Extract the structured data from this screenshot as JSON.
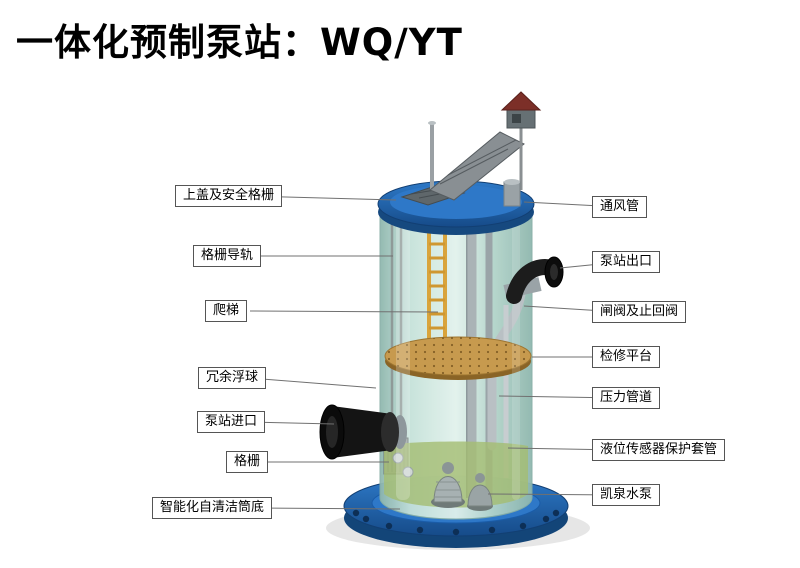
{
  "title": "一体化预制泵站：WQ/YT",
  "colors": {
    "accent_blue": "#1f63b0",
    "accent_blue_light": "#2e78c8",
    "tank_glass": "#cfe7df",
    "platform_tan": "#c79a4e",
    "water_green": "#a4bd72",
    "ladder_orange": "#d9a43c",
    "pipe_black": "#141414"
  },
  "labels": {
    "left": [
      {
        "text": "上盖及安全格栅"
      },
      {
        "text": "格栅导轨"
      },
      {
        "text": "爬梯"
      },
      {
        "text": "冗余浮球"
      },
      {
        "text": "泵站进口"
      },
      {
        "text": "格栅"
      },
      {
        "text": "智能化自清洁筒底"
      }
    ],
    "right": [
      {
        "text": "通风管"
      },
      {
        "text": "泵站出口"
      },
      {
        "text": "闸阀及止回阀"
      },
      {
        "text": "检修平台"
      },
      {
        "text": "压力管道"
      },
      {
        "text": "液位传感器保护套管"
      },
      {
        "text": "凯泉水泵"
      }
    ]
  }
}
